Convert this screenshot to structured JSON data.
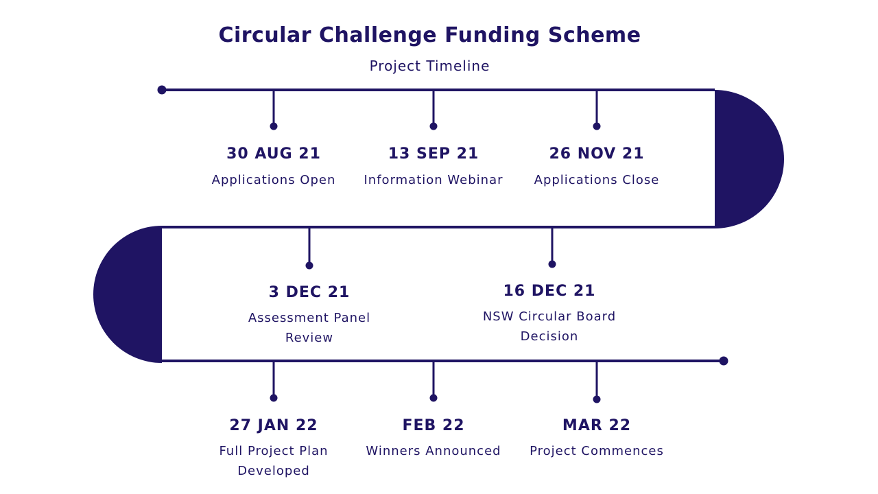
{
  "header": {
    "title": "Circular Challenge Funding Scheme",
    "subtitle": "Project Timeline"
  },
  "colors": {
    "primary": "#1f1463",
    "background": "#ffffff"
  },
  "milestones": [
    {
      "date": "30 AUG 21",
      "label": "Applications Open"
    },
    {
      "date": "13 SEP 21",
      "label": "Information Webinar"
    },
    {
      "date": "26 NOV 21",
      "label": "Applications Close"
    },
    {
      "date": "3 DEC 21",
      "label": "Assessment Panel\nReview"
    },
    {
      "date": "16 DEC 21",
      "label": "NSW Circular Board\nDecision"
    },
    {
      "date": "27 JAN 22",
      "label": "Full Project Plan\nDeveloped"
    },
    {
      "date": "FEB 22",
      "label": "Winners Announced"
    },
    {
      "date": "MAR 22",
      "label": "Project Commences"
    }
  ]
}
